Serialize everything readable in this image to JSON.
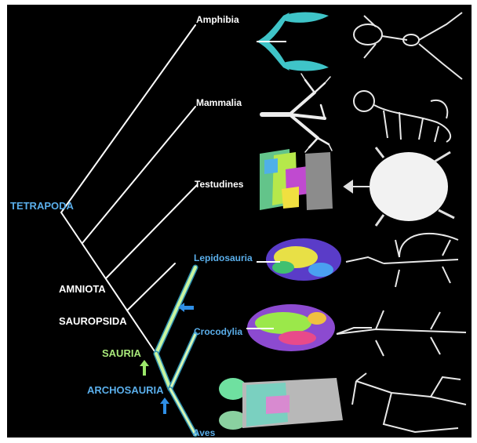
{
  "colors": {
    "background": "#000000",
    "branch": "#ffffff",
    "highlight_clade": "#5aaeea",
    "sauria": "#a8e87a",
    "arrow_blue": "#2f8fe6",
    "arrow_green": "#9be86a"
  },
  "taxa": {
    "amphibia": "Amphibia",
    "mammalia": "Mammalia",
    "testudines": "Testudines",
    "lepidosauria": "Lepidosauria",
    "crocodylia": "Crocodylia",
    "aves": "Aves"
  },
  "clades": {
    "tetrapoda": "TETRAPODA",
    "amniota": "AMNIOTA",
    "sauropsida": "SAUROPSIDA",
    "sauria": "SAURIA",
    "archosauria": "ARCHOSAURIA"
  },
  "images": [
    {
      "row": "amphibia",
      "kinds": [
        "lung-reconstruction",
        "skeleton"
      ]
    },
    {
      "row": "mammalia",
      "kinds": [
        "lung-reconstruction",
        "skeleton"
      ]
    },
    {
      "row": "testudines",
      "kinds": [
        "lung-reconstruction",
        "skeleton"
      ]
    },
    {
      "row": "lepidosauria",
      "kinds": [
        "lung-reconstruction",
        "skeleton"
      ]
    },
    {
      "row": "crocodylia",
      "kinds": [
        "lung-reconstruction",
        "skeleton"
      ]
    },
    {
      "row": "aves",
      "kinds": [
        "lung-reconstruction",
        "skeleton"
      ]
    }
  ]
}
